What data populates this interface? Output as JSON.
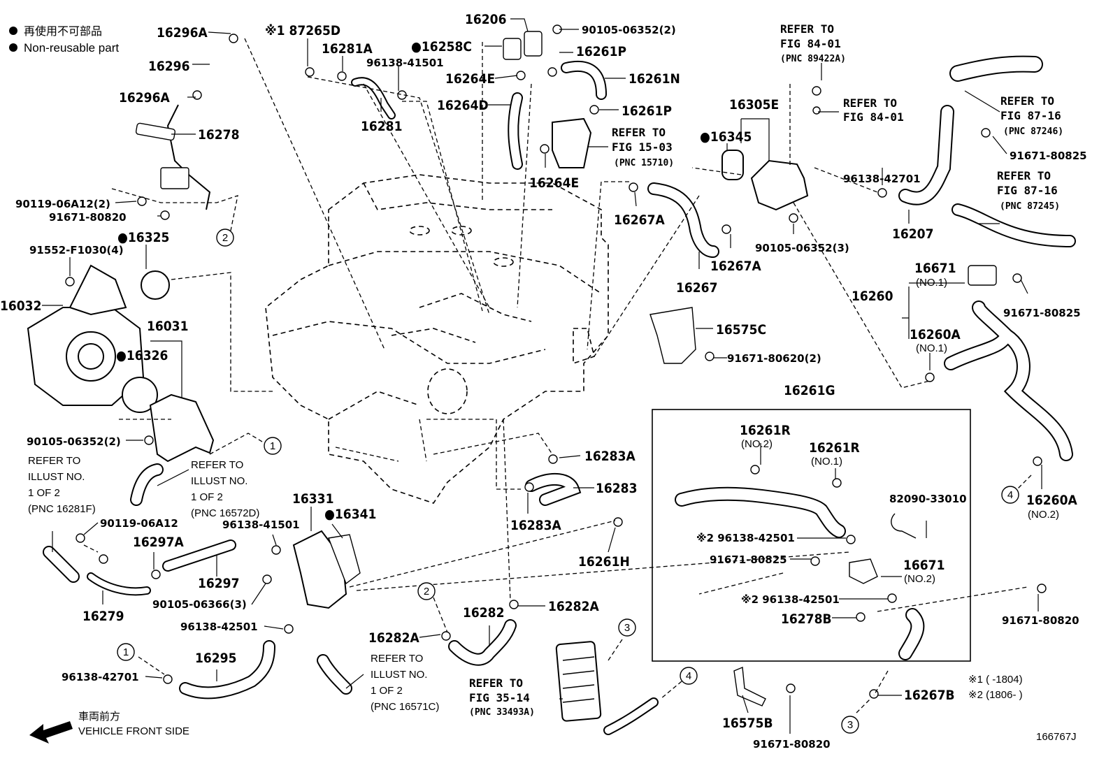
{
  "legend": {
    "jp": "再使用不可部品",
    "en": "Non-reusable part",
    "bullet_symbol": "●"
  },
  "front_side": {
    "jp": "車両前方",
    "en": "VEHICLE FRONT SIDE"
  },
  "footnotes": {
    "n1": "※1 (     -1804)",
    "n2": "※2 (1806-      )"
  },
  "figure_id": "166767J",
  "callouts": [
    "1",
    "2",
    "3",
    "4"
  ],
  "labels": {
    "p16296A_top": "16296A",
    "p16296": "16296",
    "p16296A_bot": "16296A",
    "p16278": "16278",
    "p90119_06A12_2": "90119-06A12(2)",
    "p91671_80820_a": "91671-80820",
    "p16325": "●16325",
    "p91552": "91552-F1030(4)",
    "p16032": "16032",
    "p16031": "16031",
    "p16326": "●16326",
    "p90105_06352_2b": "90105-06352(2)",
    "p87265D": "※1 87265D",
    "p16281A": "16281A",
    "p96138_41501_a": "96138-41501",
    "p16281": "16281",
    "p16258C": "●16258C",
    "p16206": "16206",
    "p90105_06352_2a": "90105-06352(2)",
    "p16261P_a": "16261P",
    "p16264E_a": "16264E",
    "p16261N": "16261N",
    "p16264D": "16264D",
    "p16261P_b": "16261P",
    "p16264E_b": "16264E",
    "p16267A_a": "16267A",
    "p16345": "●16345",
    "p16305E": "16305E",
    "p16267A_b": "16267A",
    "p16267": "16267",
    "p90105_06352_3": "90105-06352(3)",
    "p96138_42701_a": "96138-42701",
    "p16207": "16207",
    "p91671_80825_a": "91671-80825",
    "p16260": "16260",
    "p16671_no1": "16671",
    "no1_a": "(NO.1)",
    "p91671_80825_b": "91671-80825",
    "p16260A_no1": "16260A",
    "no1_b": "(NO.1)",
    "p16575C": "16575C",
    "p91671_80620_2": "91671-80620(2)",
    "p16261G": "16261G",
    "p16261R_no2": "16261R",
    "no2_a": "(NO.2)",
    "p16261R_no1": "16261R",
    "no1_c": "(NO.1)",
    "p82090": "82090-33010",
    "p96138_42501_n2a": "※2 96138-42501",
    "p91671_80825_c": "91671-80825",
    "p16671_no2": "16671",
    "no2_b": "(NO.2)",
    "p96138_42501_n2b": "※2 96138-42501",
    "p16278B": "16278B",
    "p91671_80820_b": "91671-80820",
    "p16260A_no2": "16260A",
    "no2_c": "(NO.2)",
    "p16283A_a": "16283A",
    "p16283": "16283",
    "p16283A_b": "16283A",
    "p16261H": "16261H",
    "p16331": "16331",
    "p16341": "●16341",
    "p96138_41501_b": "96138-41501",
    "p90119_06A12": "90119-06A12",
    "p16297A": "16297A",
    "p16297": "16297",
    "p90105_06366_3": "90105-06366(3)",
    "p16279": "16279",
    "p96138_42501_c": "96138-42501",
    "p16295": "16295",
    "p96138_42701_b": "96138-42701",
    "p16282": "16282",
    "p16282A_a": "16282A",
    "p16282A_b": "16282A",
    "p16267B": "16267B",
    "p16575B": "16575B",
    "p91671_80820_c": "91671-80820"
  },
  "refer_boxes": {
    "r84_01_a": [
      "REFER TO",
      "FIG 84-01",
      "(PNC 89422A)"
    ],
    "r84_01_b": [
      "REFER TO",
      "FIG 84-01"
    ],
    "r87_16_a": [
      "REFER TO",
      "FIG 87-16",
      "(PNC 87246)"
    ],
    "r87_16_b": [
      "REFER TO",
      "FIG 87-16",
      "(PNC 87245)"
    ],
    "r15_03": [
      "REFER TO",
      "FIG 15-03",
      "(PNC 15710)"
    ],
    "r35_14": [
      "REFER TO",
      "FIG 35-14",
      "(PNC 33493A)"
    ],
    "illust_16281F": [
      "REFER TO",
      "ILLUST NO.",
      "1 OF 2",
      "(PNC 16281F)"
    ],
    "illust_16572D": [
      "REFER TO",
      "ILLUST NO.",
      "1 OF 2",
      "(PNC 16572D)"
    ],
    "illust_16571C": [
      "REFER TO",
      "ILLUST NO.",
      "1 OF 2",
      "(PNC 16571C)"
    ]
  }
}
